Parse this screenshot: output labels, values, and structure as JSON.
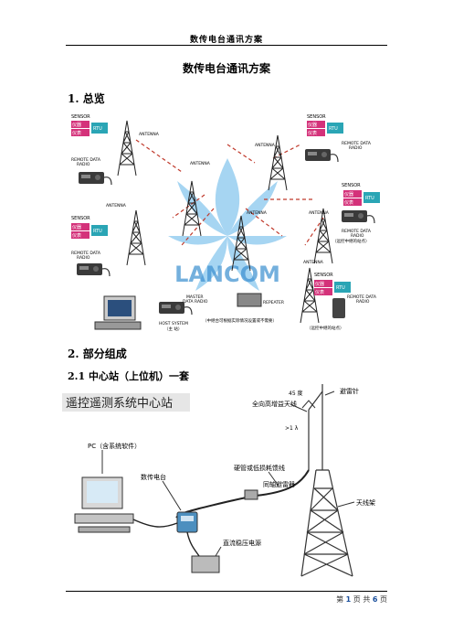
{
  "header": {
    "text": "数传电台通讯方案"
  },
  "title": "数传电台通讯方案",
  "sections": {
    "overview": "1. 总览",
    "components": "2. 部分组成",
    "center": "2.1 中心站（上位机）一套"
  },
  "fig1": {
    "sensor": "SENSOR",
    "instrument1": "仪器",
    "instrument2": "仪表",
    "rtu": "RTU",
    "antenna": "ANTENNA",
    "remote1": "REMOTE DATA",
    "remote2": "RADIO",
    "master1": "MASTER",
    "master2": "DATA RADIO",
    "repeater": "REPEATER",
    "host1": "HOST SYSTEM",
    "host2": "（主 站）",
    "relay_note": "（中继台可根据实际情况设置或不需要）",
    "sub_note": "（远控中继的站点）",
    "logo": "LANCOM"
  },
  "fig2": {
    "title": "遥控遥测系统中心站",
    "angle": "45 度",
    "lightning_rod": "避雷针",
    "omni": "全向高增益天线",
    "lambda": ">1 λ",
    "cable": "硬管或低损耗馈线",
    "arrester": "同轴避雷器",
    "tower": "天线架",
    "pc": "PC（含系统软件）",
    "radio": "数传电台",
    "psu": "直流稳压电源"
  },
  "footer": {
    "prefix": "第",
    "page": "1",
    "middle": "页 共",
    "total": "6",
    "suffix": "页"
  },
  "colors": {
    "rtu": "#2aa5b5",
    "sensor": "#d4327a",
    "radio_wave": "#c0392b",
    "logo": "#3a8fd0"
  }
}
